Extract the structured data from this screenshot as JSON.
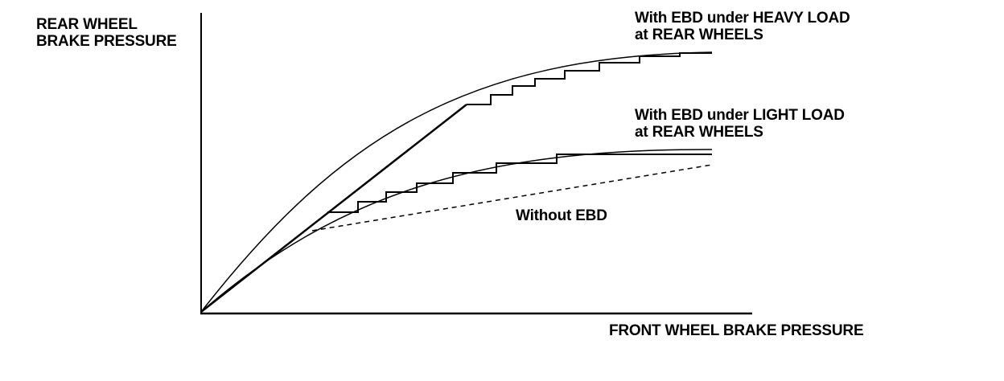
{
  "diagram": {
    "y_axis_label_line1": "REAR WHEEL",
    "y_axis_label_line2": "BRAKE PRESSURE",
    "x_axis_label": "FRONT WHEEL BRAKE PRESSURE",
    "heavy_load_label_line1": "With EBD under HEAVY LOAD",
    "heavy_load_label_line2": "at REAR WHEELS",
    "light_load_label_line1": "With EBD under LIGHT LOAD",
    "light_load_label_line2": "at REAR WHEELS",
    "without_ebd_label": "Without EBD",
    "line_color": "#000000"
  }
}
